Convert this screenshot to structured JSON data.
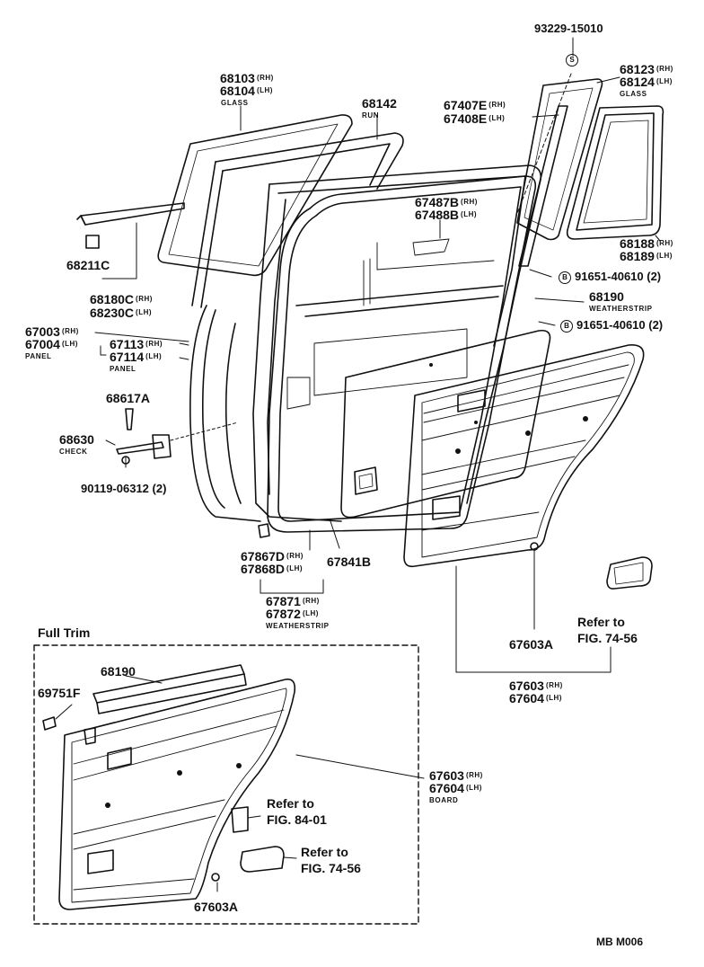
{
  "parts": {
    "p93229": "93229-15010",
    "p68103": {
      "num": "68103",
      "sfx": "(RH)"
    },
    "p68104": {
      "num": "68104",
      "sfx": "(LH)"
    },
    "glass1": "GLASS",
    "p68142": "68142",
    "run": "RUN",
    "p67407E": {
      "num": "67407E",
      "sfx": "(RH)"
    },
    "p67408E": {
      "num": "67408E",
      "sfx": "(LH)"
    },
    "p68123": {
      "num": "68123",
      "sfx": "(RH)"
    },
    "p68124": {
      "num": "68124",
      "sfx": "(LH)"
    },
    "glass2": "GLASS",
    "p67487B": {
      "num": "67487B",
      "sfx": "(RH)"
    },
    "p67488B": {
      "num": "67488B",
      "sfx": "(LH)"
    },
    "p68188": {
      "num": "68188",
      "sfx": "(RH)"
    },
    "p68189": {
      "num": "68189",
      "sfx": "(LH)"
    },
    "p68211C": "68211C",
    "p91651a": "91651-40610 (2)",
    "p68180C": {
      "num": "68180C",
      "sfx": "(RH)"
    },
    "p68230C": {
      "num": "68230C",
      "sfx": "(LH)"
    },
    "p68190": "68190",
    "weatherstrip1": "WEATHERSTRIP",
    "p67003": {
      "num": "67003",
      "sfx": "(RH)"
    },
    "p67004": {
      "num": "67004",
      "sfx": "(LH)"
    },
    "panel1": "PANEL",
    "p67113": {
      "num": "67113",
      "sfx": "(RH)"
    },
    "p67114": {
      "num": "67114",
      "sfx": "(LH)"
    },
    "panel2": "PANEL",
    "p91651b": "91651-40610 (2)",
    "p68617A": "68617A",
    "p68630": "68630",
    "check": "CHECK",
    "p90119": "90119-06312 (2)",
    "p67867D": {
      "num": "67867D",
      "sfx": "(RH)"
    },
    "p67868D": {
      "num": "67868D",
      "sfx": "(LH)"
    },
    "p67841B": "67841B",
    "p67871": {
      "num": "67871",
      "sfx": "(RH)"
    },
    "p67872": {
      "num": "67872",
      "sfx": "(LH)"
    },
    "weatherstrip2": "WEATHERSTRIP",
    "refer1a": "Refer to",
    "refer1b": "FIG. 74-56",
    "p67603A_1": "67603A",
    "p67603_1": {
      "num": "67603",
      "sfx": "(RH)"
    },
    "p67604_1": {
      "num": "67604",
      "sfx": "(LH)"
    },
    "full_trim": "Full Trim",
    "ft_68190": "68190",
    "ft_69751F": "69751F",
    "ft_67603": {
      "num": "67603",
      "sfx": "(RH)"
    },
    "ft_67604": {
      "num": "67604",
      "sfx": "(LH)"
    },
    "board": "BOARD",
    "refer2a": "Refer to",
    "refer2b": "FIG. 84-01",
    "refer3a": "Refer to",
    "refer3b": "FIG. 74-56",
    "ft_67603A": "67603A",
    "footer": "MB  M006",
    "sym_s": "S",
    "sym_b1": "B",
    "sym_b2": "B"
  }
}
